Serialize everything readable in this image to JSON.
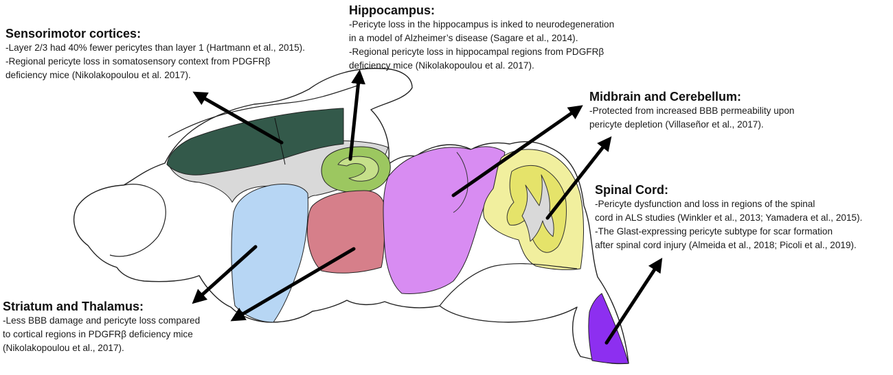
{
  "colors": {
    "sensorimotor": "#33594a",
    "hippocampus": "#9cc760",
    "hippocampus_inner": "#c6e08a",
    "striatum": "#b7d6f4",
    "thalamus": "#d67f8a",
    "midbrain": "#d88cf2",
    "cerebellum": "#f1ef9e",
    "cerebellum_inner": "#e5e36a",
    "spinal_cord": "#8d2ff0",
    "white_matter": "#d9d9d9",
    "outline": "#222222",
    "arrow": "#000000"
  },
  "annotations": {
    "sensorimotor": {
      "title": "Sensorimotor cortices",
      "suffix": ":",
      "lines": [
        "-Layer 2/3 had 40% fewer pericytes than layer 1 (Hartmann et al., 2015).",
        "-Regional pericyte loss in somatosensory context from PDGFRβ",
        "deficiency mice (Nikolakopoulou et al. 2017)."
      ]
    },
    "hippocampus": {
      "title": "Hippocampus",
      "suffix": ":",
      "lines": [
        "-Pericyte loss in the hippocampus is inked to neurodegeneration",
        "in a model of Alzheimer’s disease (Sagare et al., 2014).",
        "-Regional pericyte loss in hippocampal regions from PDGFRβ",
        "deficiency mice (Nikolakopoulou et al. 2017)."
      ]
    },
    "midbrain": {
      "title": "Midbrain and Cerebellum",
      "suffix": ":",
      "lines": [
        "-Protected from increased BBB permeability upon",
        "pericyte depletion (Villaseñor et al., 2017)."
      ]
    },
    "spinal": {
      "title": "Spinal Cord",
      "suffix": ":",
      "lines": [
        "-Pericyte dysfunction and loss in regions of the spinal",
        "cord in ALS studies (Winkler et al., 2013; Yamadera et al., 2015).",
        "-The Glast-expressing pericyte subtype for scar formation",
        "after spinal cord injury (Almeida et al., 2018; Picoli et al., 2019)."
      ]
    },
    "striatum": {
      "title": "Striatum and Thalamus",
      "suffix": ":",
      "lines": [
        "-Less BBB damage and pericyte loss compared",
        "to cortical regions in PDGFRβ deficiency mice",
        " (Nikolakopoulou et al., 2017)."
      ]
    }
  }
}
